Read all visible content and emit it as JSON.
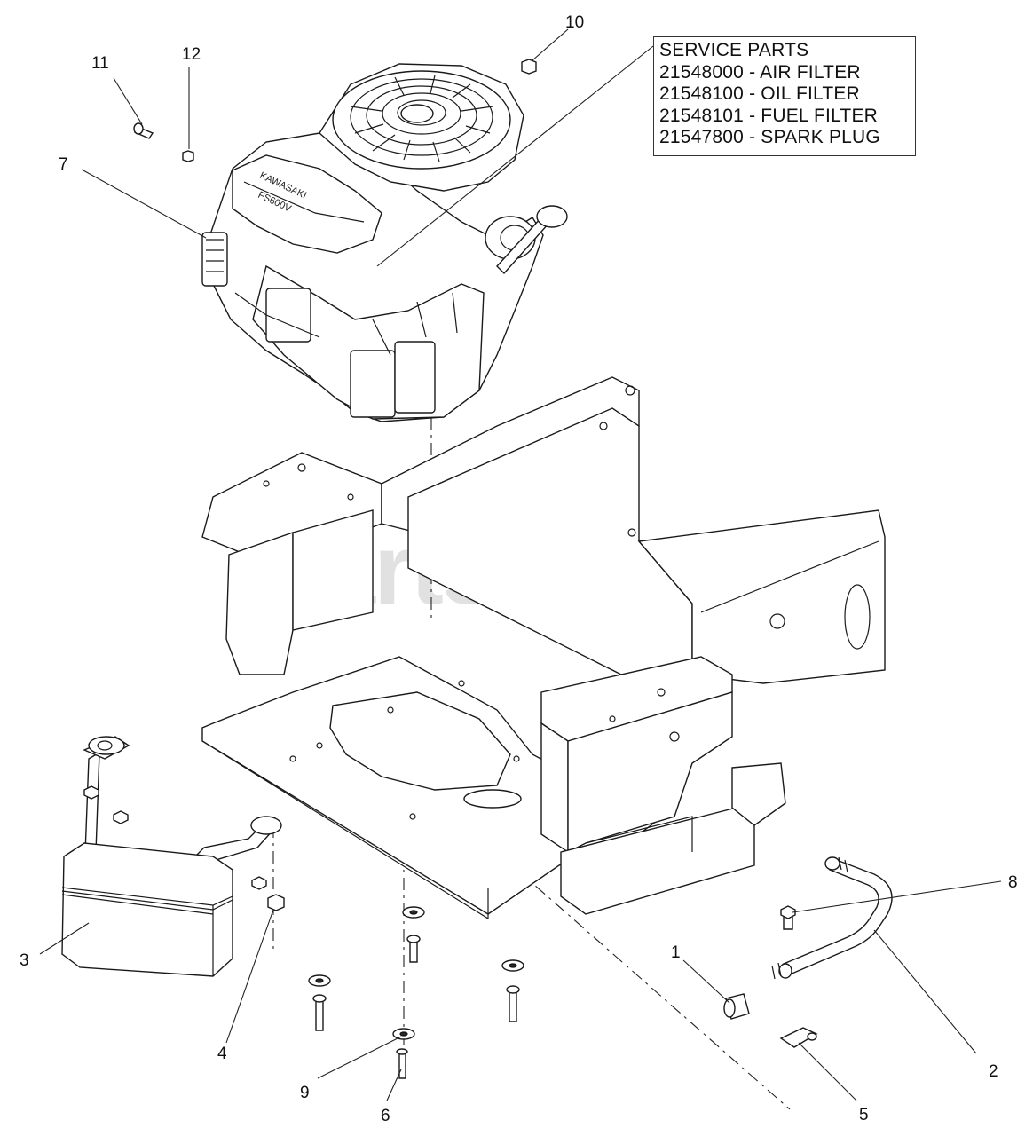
{
  "watermark": {
    "text": "PartsTree",
    "tm": "™"
  },
  "service_parts": {
    "title": "SERVICE PARTS",
    "items": [
      "21548000 - AIR FILTER",
      "21548100 - OIL FILTER",
      "21548101 - FUEL FILTER",
      "21547800 - SPARK PLUG"
    ]
  },
  "engine_text": {
    "brand": "KAWASAKI",
    "model": "FS600V"
  },
  "callouts": {
    "c1": "1",
    "c2": "2",
    "c3": "3",
    "c4": "4",
    "c5": "5",
    "c6": "6",
    "c7": "7",
    "c8": "8",
    "c9": "9",
    "c10": "10",
    "c11": "11",
    "c12": "12"
  }
}
